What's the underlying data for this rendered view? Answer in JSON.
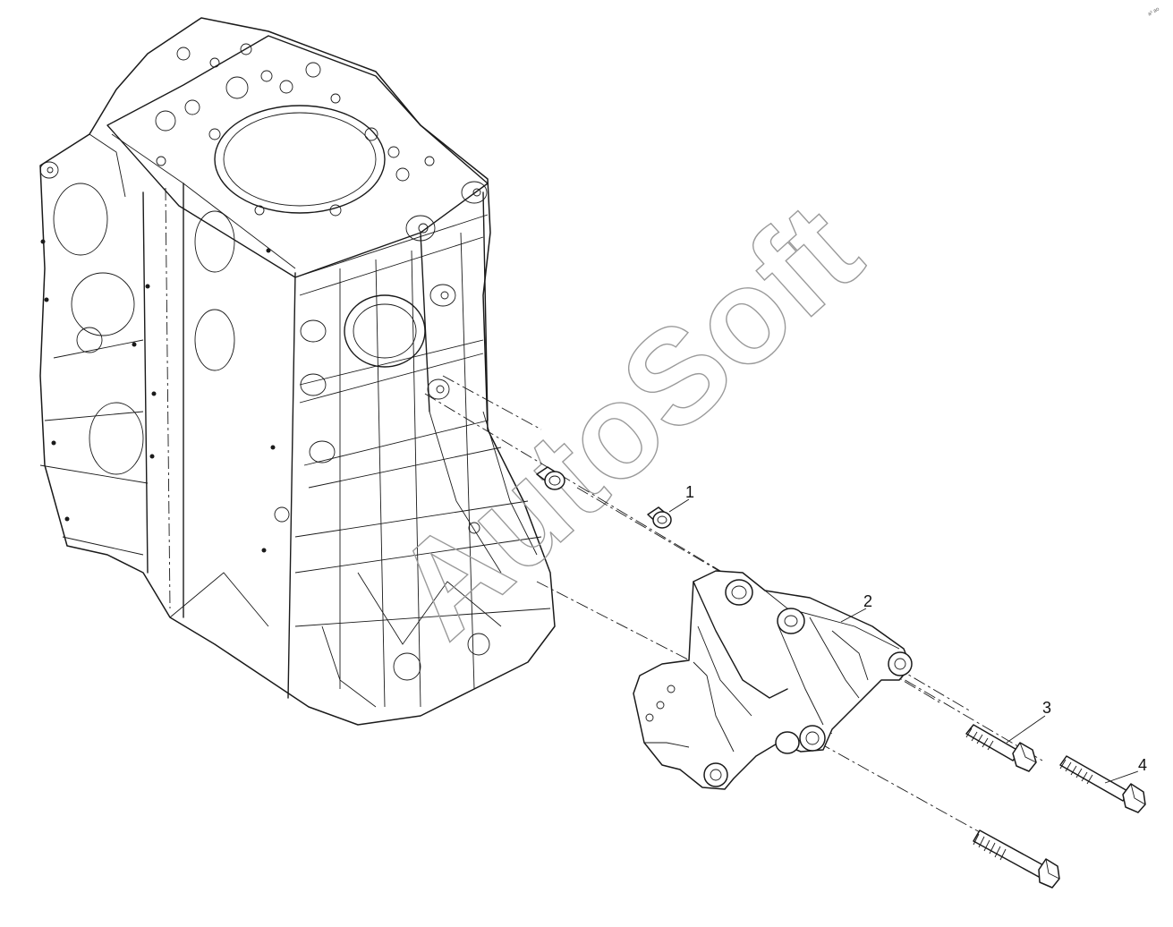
{
  "watermark": "AutoSoft",
  "corner_mark": "a³ ao",
  "callouts": [
    {
      "id": "1",
      "text": "1"
    },
    {
      "id": "2",
      "text": "2"
    },
    {
      "id": "3",
      "text": "3"
    },
    {
      "id": "4",
      "text": "4"
    }
  ]
}
